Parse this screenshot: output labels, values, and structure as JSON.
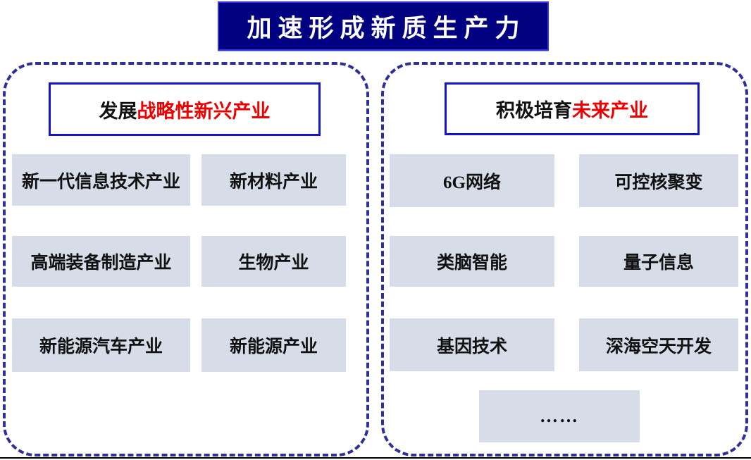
{
  "title": {
    "text": "加速形成新质生产力"
  },
  "panels": {
    "left": {
      "header": {
        "prefix": "发展",
        "highlight": "战略性新兴产业"
      },
      "items": [
        "新一代信息技术产业",
        "新材料产业",
        "高端装备制造产业",
        "生物产业",
        "新能源汽车产业",
        "新能源产业"
      ]
    },
    "right": {
      "header": {
        "prefix": "积极培育",
        "highlight": "未来产业"
      },
      "items": [
        "6G网络",
        "可控核聚变",
        "类脑智能",
        "量子信息",
        "基因技术",
        "深海空天开发"
      ],
      "more": "……"
    }
  },
  "colors": {
    "banner_background": "#000080",
    "banner_border": "#3434e0",
    "banner_text": "#ffffff",
    "panel_dash_border": "#2f2f9c",
    "header_box_border": "#1414cc",
    "highlight_text": "#ee0000",
    "item_box_background": "#d6dce8",
    "item_text": "#111111"
  }
}
